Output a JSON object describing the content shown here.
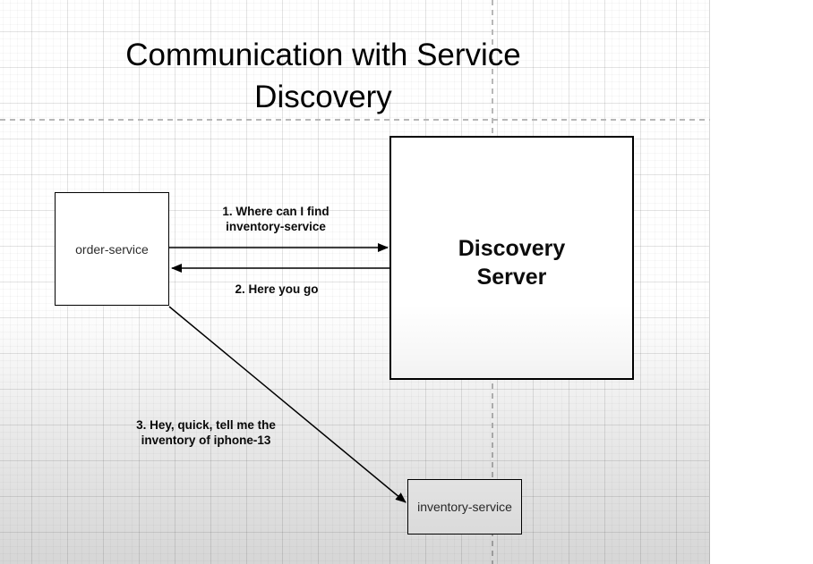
{
  "diagram": {
    "title": {
      "line1": "Communication with Service",
      "line2": "Discovery"
    },
    "nodes": {
      "order": {
        "label": "order-service"
      },
      "discovery": {
        "line1": "Discovery",
        "line2": "Server"
      },
      "inventory": {
        "label": "inventory-service"
      }
    },
    "edges": {
      "request": {
        "line1": "1. Where can I find",
        "line2": "inventory-service"
      },
      "response": {
        "label": "2. Here you go"
      },
      "call": {
        "line1": "3. Hey, quick, tell me the",
        "line2": "inventory of iphone-13"
      }
    },
    "colors": {
      "node_fill": "#ffffff",
      "node_border": "#000000",
      "edge_stroke": "#000000",
      "guide_dash": "#b7b7b7",
      "title_text": "#000000",
      "label_text": "#0a0a0a"
    }
  }
}
